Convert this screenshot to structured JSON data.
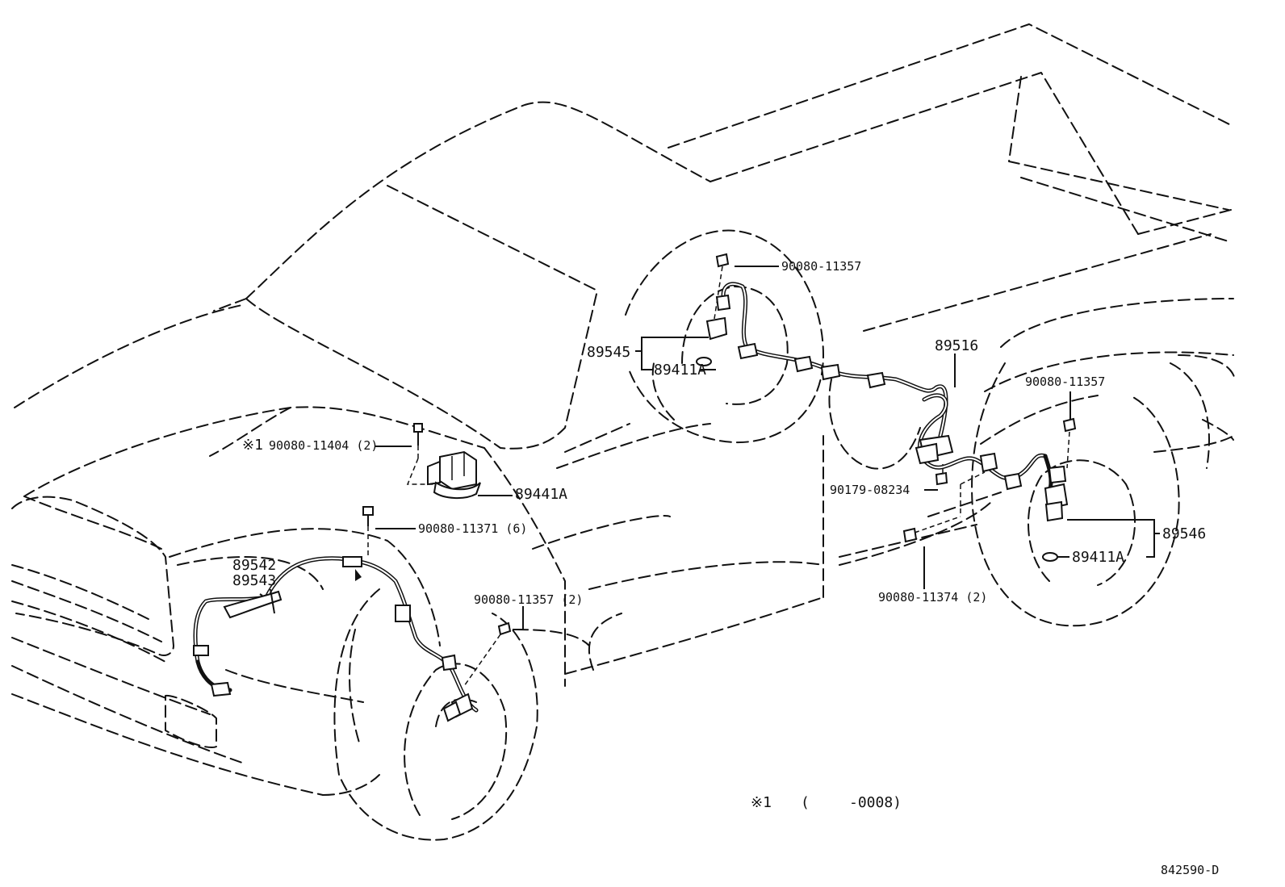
{
  "diagram": {
    "drawing_number": "842590-D",
    "footnote": {
      "mark": "※1",
      "open_paren": "(",
      "text": "-0008)"
    },
    "labels": {
      "fr_bolt_mark": "※1",
      "fr_bolt": "90080-11404 (2)",
      "actuator": "89441A",
      "actuator_bolt": "90080-11371 (6)",
      "front_sensor_top": "89542",
      "front_sensor_bottom": "89543",
      "front_bolt": "90080-11357 (2)",
      "rl_sensor": "89545",
      "rl_cap": "89411A",
      "rl_bolt": "90080-11357",
      "harness": "89516",
      "clip": "90179-08234",
      "harness_bolt": "90080-11374 (2)",
      "rr_bolt": "90080-11357",
      "rr_sensor": "89546",
      "rr_cap": "89411A"
    }
  }
}
